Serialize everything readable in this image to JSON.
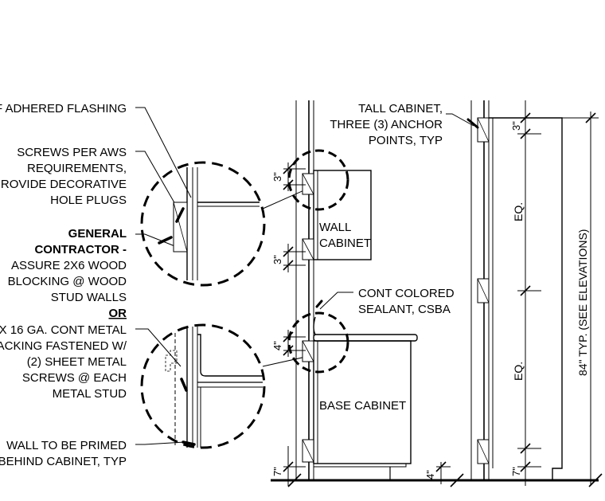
{
  "notes": {
    "flashing": "LF ADHERED FLASHING",
    "screws": [
      "SCREWS PER AWS",
      "REQUIREMENTS,",
      "PROVIDE DECORATIVE",
      "HOLE PLUGS"
    ],
    "gc_title": [
      "GENERAL",
      "CONTRACTOR -"
    ],
    "gc_body": [
      "ASSURE 2X6 WOOD",
      "BLOCKING @ WOOD",
      "STUD WALLS"
    ],
    "or": "OR",
    "metal": [
      "X 16 GA. CONT METAL",
      "BACKING FASTENED W/",
      "(2) SHEET METAL",
      "SCREWS @ EACH",
      "METAL STUD"
    ],
    "primed": [
      "WALL TO BE PRIMED",
      "BEHIND CABINET, TYP"
    ],
    "tall": [
      "TALL CABINET,",
      "THREE (3) ANCHOR",
      "POINTS, TYP"
    ],
    "sealant": [
      "CONT COLORED",
      "SEALANT, CSBA"
    ]
  },
  "labels": {
    "wall_cabinet": [
      "WALL",
      "CABINET"
    ],
    "base_cabinet": "BASE CABINET",
    "eq": "EQ.",
    "overall": "84\" TYP. (SEE ELEVATIONS)"
  },
  "dims": {
    "three": "3\"",
    "four": "4\"",
    "seven": "7\""
  }
}
